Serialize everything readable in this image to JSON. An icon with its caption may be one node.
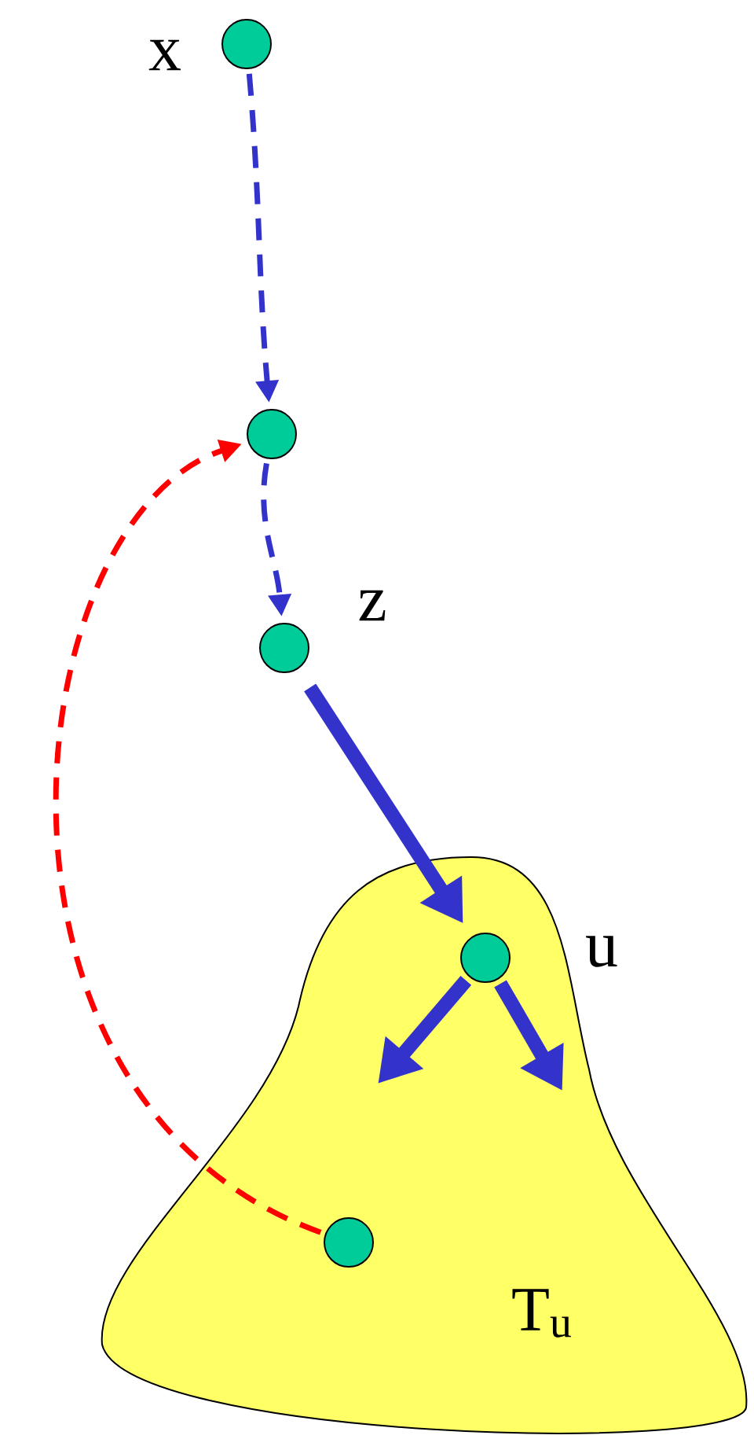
{
  "diagram": {
    "nodes": [
      {
        "text": [],
        "shape": "circle",
        "beside": [
          "x"
        ]
      },
      {
        "text": [],
        "shape": "circle"
      },
      {
        "text": [],
        "shape": "circle",
        "beside": [
          "z"
        ]
      },
      {
        "text": [
          "T$_{u}$"
        ]
      },
      {
        "text": [],
        "shape": "circle",
        "beside": [
          "u"
        ],
        "in": 3
      },
      {
        "text": [],
        "shape": "circle",
        "in": 3
      }
    ],
    "edges": [
      {
        "from": 0,
        "to": 1,
        "arrow": "to",
        "style": "dashed"
      },
      {
        "from": 1,
        "to": 2,
        "arrow": "to",
        "style": "dashed"
      },
      {
        "from": 2,
        "to": 4,
        "arrow": "to",
        "style": "thick"
      },
      {
        "from": 4,
        "to": null,
        "arrow": "to",
        "style": "thick"
      },
      {
        "from": 4,
        "to": null,
        "arrow": "to",
        "style": "thick"
      },
      {
        "from": 5,
        "to": 1,
        "arrow": "to",
        "style": "dashed",
        "color": "#ff0000"
      }
    ]
  }
}
